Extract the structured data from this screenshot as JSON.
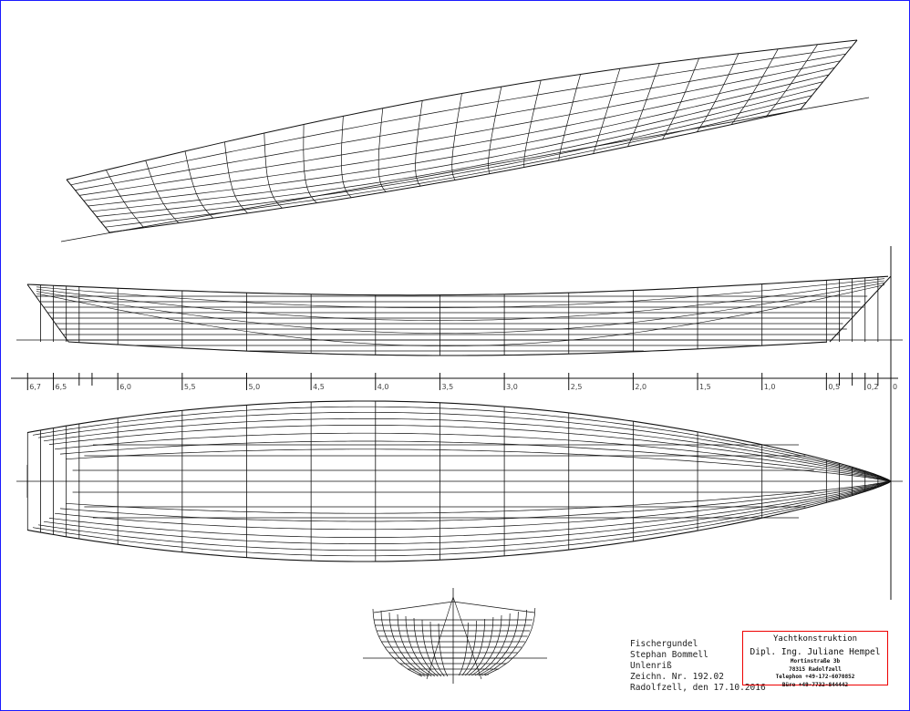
{
  "drawing": {
    "views": [
      "perspective",
      "profile",
      "plan",
      "body-plan"
    ],
    "scale_labels": [
      "6,7",
      "6,5",
      "6,0",
      "5,5",
      "5,0",
      "4,5",
      "4,0",
      "3,5",
      "3,0",
      "2,5",
      "2,0",
      "1,5",
      "1,0",
      "0,5",
      "0,2",
      "0"
    ],
    "scale_values": [
      6.7,
      6.5,
      6.0,
      5.5,
      5.0,
      4.5,
      4.0,
      3.5,
      3.0,
      2.5,
      2.0,
      1.5,
      1.0,
      0.5,
      0.2,
      0
    ],
    "extra_ticks": [
      6.3,
      6.2,
      0.4,
      0.3,
      0.1
    ]
  },
  "title_block": {
    "lines": [
      "Fischergundel",
      "Stephan Bommell",
      "Unlenriß",
      "Zeichn. Nr. 192.02",
      "Radolfzell, den 17.10.2016"
    ]
  },
  "stamp": {
    "company": "Yachtkonstruktion",
    "name": "Dipl. Ing. Juliane Hempel",
    "address1": "Mortinstraße 3b",
    "address2": "78315 Radolfzell",
    "phone": "Telephon +49-172-6070852",
    "office": "Büro  +49-7732-844442",
    "border_color": "#e00000"
  }
}
